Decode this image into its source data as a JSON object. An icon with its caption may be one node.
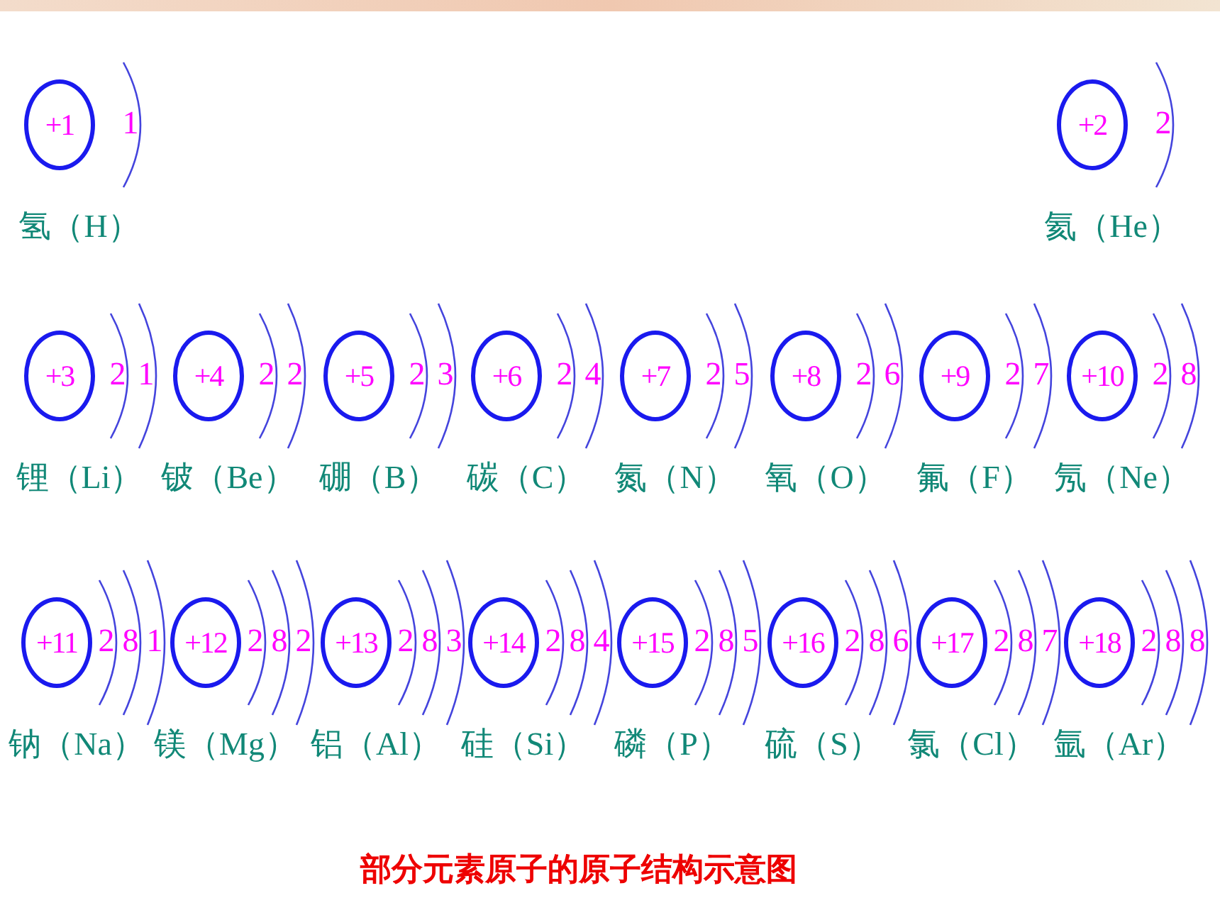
{
  "diagram": {
    "caption": "部分元素原子的原子结构示意图",
    "nodes": [
      {
        "text": [
          "+1"
        ],
        "beside": [
          "1",
          "氢（H）"
        ]
      },
      {
        "text": [
          "+2"
        ],
        "beside": [
          "2",
          "氦（He）"
        ]
      },
      {
        "text": [
          "+3"
        ],
        "beside": [
          "2",
          "1",
          "锂（Li）"
        ]
      },
      {
        "text": [
          "+4"
        ],
        "beside": [
          "2",
          "2",
          "铍（Be）"
        ]
      },
      {
        "text": [
          "+5"
        ],
        "beside": [
          "2",
          "3",
          "硼（B）"
        ]
      },
      {
        "text": [
          "+6"
        ],
        "beside": [
          "2",
          "4",
          "碳（C）"
        ]
      },
      {
        "text": [
          "+7"
        ],
        "beside": [
          "2",
          "5",
          "氮（N）"
        ]
      },
      {
        "text": [
          "+8"
        ],
        "beside": [
          "2",
          "6",
          "氧（O）"
        ]
      },
      {
        "text": [
          "+9"
        ],
        "beside": [
          "2",
          "7",
          "氟（F）"
        ]
      },
      {
        "text": [
          "+10"
        ],
        "beside": [
          "2",
          "8",
          "氖（Ne）"
        ]
      },
      {
        "text": [
          "+11"
        ],
        "beside": [
          "2",
          "8",
          "1",
          "钠（Na）"
        ]
      },
      {
        "text": [
          "+12"
        ],
        "beside": [
          "2",
          "8",
          "2",
          "镁（Mg）"
        ]
      },
      {
        "text": [
          "+13"
        ],
        "beside": [
          "2",
          "8",
          "3",
          "铝（Al）"
        ]
      },
      {
        "text": [
          "+14"
        ],
        "beside": [
          "2",
          "8",
          "4",
          "硅（Si）"
        ]
      },
      {
        "text": [
          "+15"
        ],
        "beside": [
          "2",
          "8",
          "5",
          "磷（P）"
        ]
      },
      {
        "text": [
          "+16"
        ],
        "beside": [
          "2",
          "8",
          "6",
          "硫（S）"
        ]
      },
      {
        "text": [
          "+17"
        ],
        "beside": [
          "2",
          "8",
          "7",
          "氯（Cl）"
        ]
      },
      {
        "text": [
          "+18"
        ],
        "beside": [
          "2",
          "8",
          "8",
          "氩（Ar）"
        ]
      }
    ]
  }
}
